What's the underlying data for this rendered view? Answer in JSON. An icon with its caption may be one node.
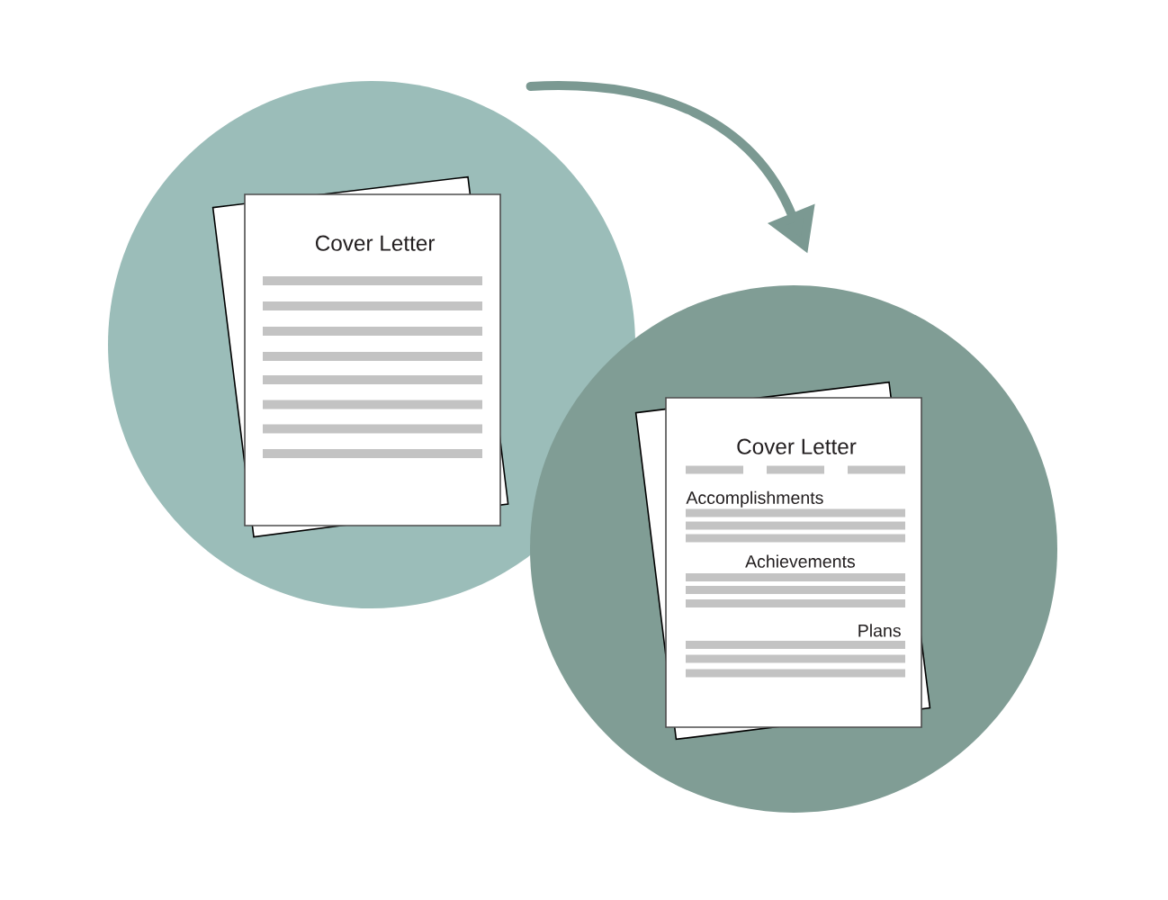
{
  "diagram": {
    "nodes": [
      {
        "text": [],
        "shape": "circle"
      },
      {
        "text": [
          "Cover Letter"
        ],
        "in": 0
      },
      {
        "text": [],
        "shape": "circle"
      },
      {
        "text": [
          "Cover Letter",
          "Accomplishments",
          "Achievements",
          "Plans"
        ],
        "in": 2
      }
    ],
    "edges": [
      {
        "from": 0,
        "to": 2,
        "arrow": "to"
      }
    ]
  }
}
